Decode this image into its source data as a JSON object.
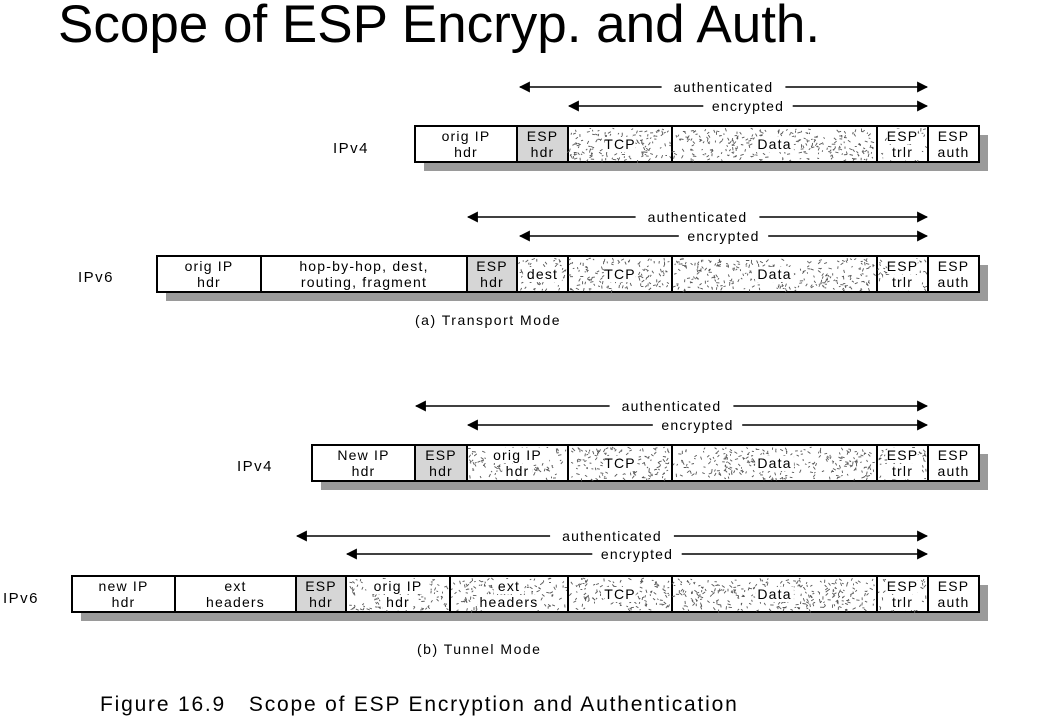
{
  "page_title": "Scope of ESP Encryp. and Auth.",
  "figure_caption": "Figure 16.9   Scope of ESP Encryption and Authentication",
  "arrow_labels": {
    "authenticated": "authenticated",
    "encrypted": "encrypted"
  },
  "sections": [
    {
      "caption": "(a) Transport Mode"
    },
    {
      "caption": "(b) Tunnel Mode"
    }
  ],
  "rows": [
    {
      "label": "IPv4",
      "fields": [
        {
          "lines": [
            "orig IP",
            "hdr"
          ],
          "fill": "white"
        },
        {
          "lines": [
            "ESP",
            "hdr"
          ],
          "fill": "gray"
        },
        {
          "lines": [
            "TCP"
          ],
          "fill": "speckle"
        },
        {
          "lines": [
            "Data"
          ],
          "fill": "speckle"
        },
        {
          "lines": [
            "ESP",
            "trlr"
          ],
          "fill": "speckle"
        },
        {
          "lines": [
            "ESP",
            "auth"
          ],
          "fill": "white"
        }
      ]
    },
    {
      "label": "IPv6",
      "fields": [
        {
          "lines": [
            "orig IP",
            "hdr"
          ],
          "fill": "white"
        },
        {
          "lines": [
            "hop-by-hop, dest,",
            "routing, fragment"
          ],
          "fill": "white"
        },
        {
          "lines": [
            "ESP",
            "hdr"
          ],
          "fill": "gray"
        },
        {
          "lines": [
            "dest"
          ],
          "fill": "speckle"
        },
        {
          "lines": [
            "TCP"
          ],
          "fill": "speckle"
        },
        {
          "lines": [
            "Data"
          ],
          "fill": "speckle"
        },
        {
          "lines": [
            "ESP",
            "trlr"
          ],
          "fill": "speckle"
        },
        {
          "lines": [
            "ESP",
            "auth"
          ],
          "fill": "white"
        }
      ]
    },
    {
      "label": "IPv4",
      "fields": [
        {
          "lines": [
            "New IP",
            "hdr"
          ],
          "fill": "white"
        },
        {
          "lines": [
            "ESP",
            "hdr"
          ],
          "fill": "gray"
        },
        {
          "lines": [
            "orig IP",
            "hdr"
          ],
          "fill": "speckle"
        },
        {
          "lines": [
            "TCP"
          ],
          "fill": "speckle"
        },
        {
          "lines": [
            "Data"
          ],
          "fill": "speckle"
        },
        {
          "lines": [
            "ESP",
            "trlr"
          ],
          "fill": "speckle"
        },
        {
          "lines": [
            "ESP",
            "auth"
          ],
          "fill": "white"
        }
      ]
    },
    {
      "label": "IPv6",
      "fields": [
        {
          "lines": [
            "new IP",
            "hdr"
          ],
          "fill": "white"
        },
        {
          "lines": [
            "ext",
            "headers"
          ],
          "fill": "white"
        },
        {
          "lines": [
            "ESP",
            "hdr"
          ],
          "fill": "gray"
        },
        {
          "lines": [
            "orig IP",
            "hdr"
          ],
          "fill": "speckle"
        },
        {
          "lines": [
            "ext",
            "headers"
          ],
          "fill": "speckle"
        },
        {
          "lines": [
            "TCP"
          ],
          "fill": "speckle"
        },
        {
          "lines": [
            "Data"
          ],
          "fill": "speckle"
        },
        {
          "lines": [
            "ESP",
            "trlr"
          ],
          "fill": "speckle"
        },
        {
          "lines": [
            "ESP",
            "auth"
          ],
          "fill": "white"
        }
      ]
    }
  ]
}
